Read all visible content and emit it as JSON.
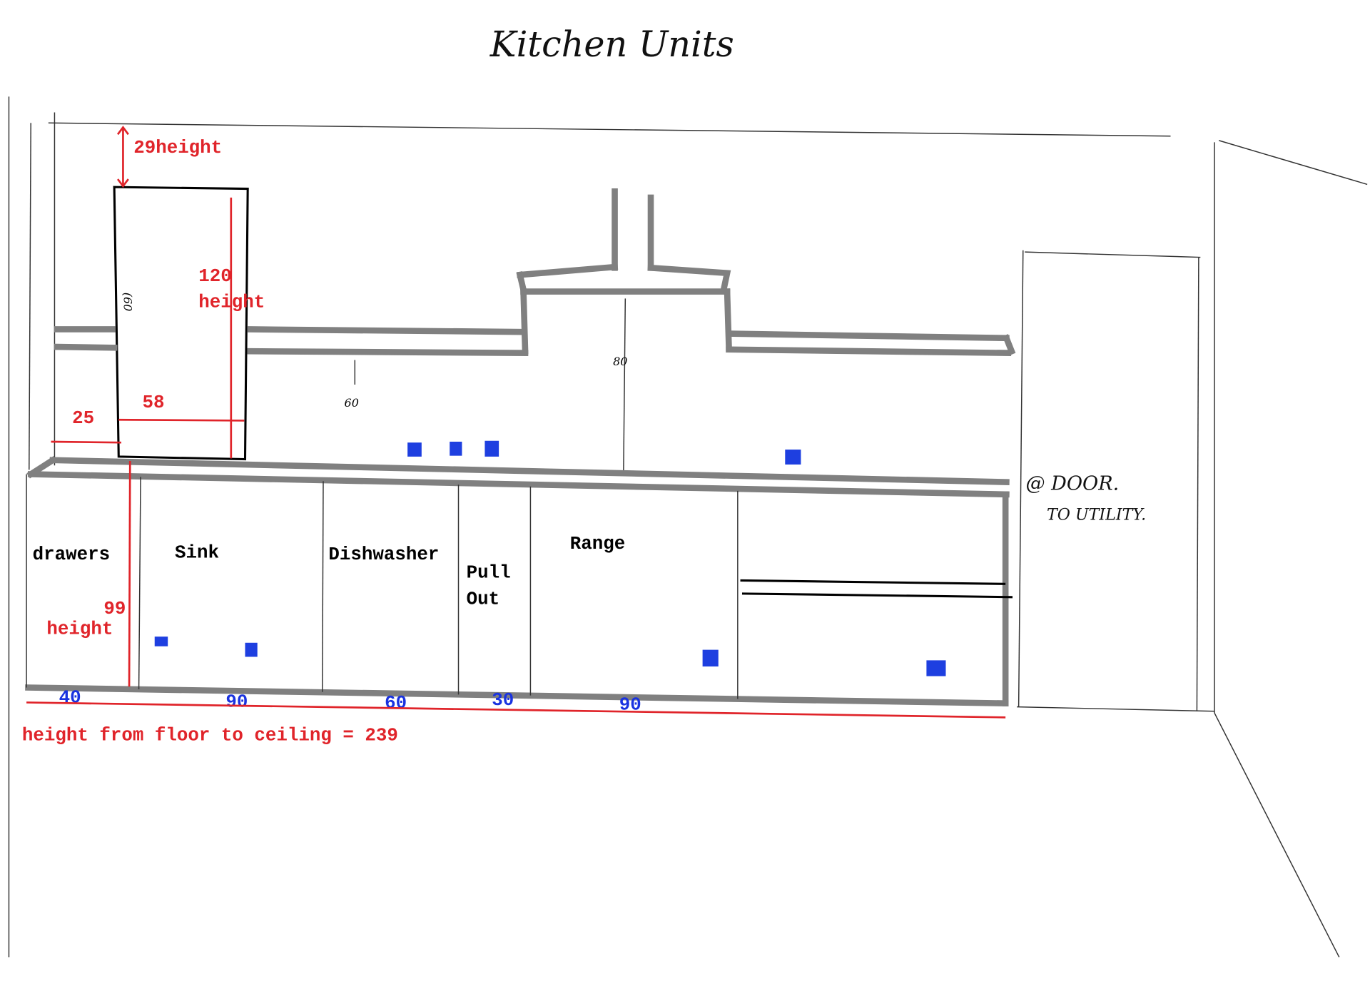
{
  "title": "Kitchen Units",
  "upper_cabinet": {
    "top_gap_label": "29height",
    "height_value": "120",
    "height_word": "height",
    "width_label": "58",
    "offset_label": "25",
    "side_note": "(60"
  },
  "wall_notes": {
    "hood_height": "80",
    "left_note": "60"
  },
  "base_units": [
    {
      "label": "drawers",
      "width": "40"
    },
    {
      "label": "Sink",
      "width": "90"
    },
    {
      "label": "Dishwasher",
      "width": "60"
    },
    {
      "label": "Pull Out",
      "line1": "Pull",
      "line2": "Out",
      "width": "30"
    },
    {
      "label": "Range",
      "width": "90"
    }
  ],
  "base_height": {
    "value": "99",
    "word": "height"
  },
  "ceiling_note": "height from floor to ceiling = 239",
  "door_note": {
    "line1": "@ DOOR.",
    "line2": "TO UTILITY."
  },
  "colors": {
    "dimension_red": "#e0242a",
    "width_blue": "#1a33e0",
    "socket_blue": "#1e3fe0",
    "unit_gray": "#808080"
  }
}
